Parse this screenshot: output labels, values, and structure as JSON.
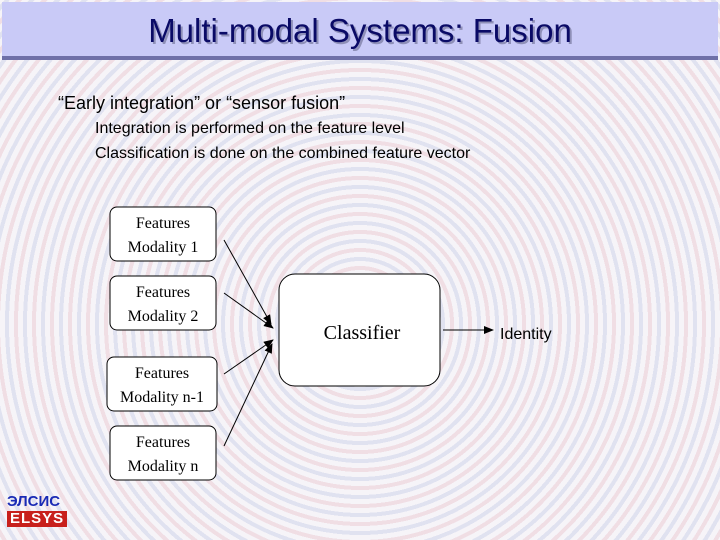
{
  "slide": {
    "title": "Multi-modal Systems: Fusion",
    "bullets": {
      "main": "“Early integration” or “sensor fusion”",
      "sub1": "Integration is performed on the feature level",
      "sub2": "Classification is done on the combined feature vector"
    }
  },
  "diagram": {
    "feature_boxes": [
      {
        "line1": "Features",
        "line2": "Modality 1"
      },
      {
        "line1": "Features",
        "line2": "Modality 2"
      },
      {
        "line1": "Features",
        "line2": "Modality n-1"
      },
      {
        "line1": "Features",
        "line2": "Modality n"
      }
    ],
    "classifier": "Classifier",
    "output": "Identity"
  },
  "logo": {
    "top": "ЭЛСИС",
    "bottom": "ELSYS"
  },
  "colors": {
    "title_bg": "#c9caf7",
    "title_text": "#0a0a66",
    "logo_blue": "#1a2bb5",
    "logo_red": "#c8201c"
  }
}
